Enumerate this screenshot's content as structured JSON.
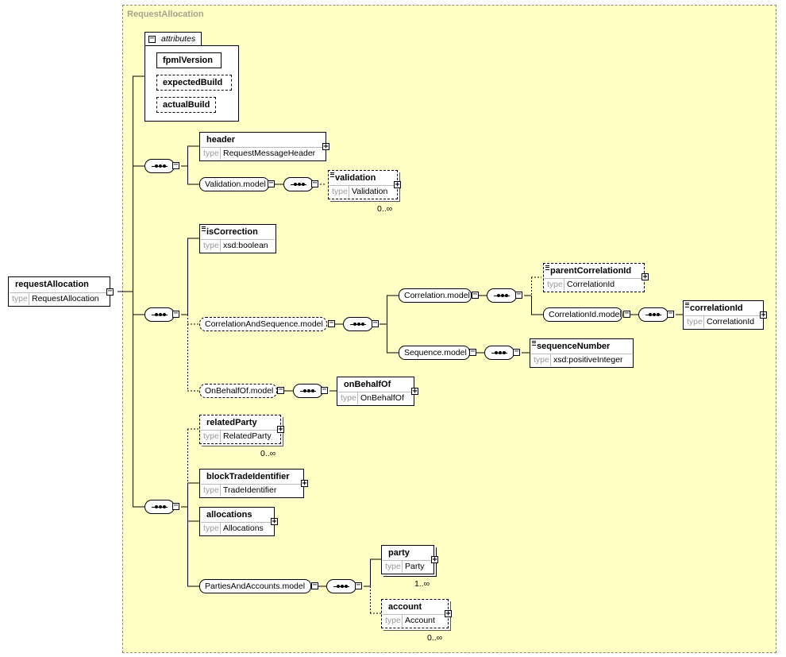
{
  "diagram": {
    "complex_type_title": "RequestAllocation",
    "type_key": "type",
    "attributes": {
      "label": "attributes",
      "items": [
        {
          "name": "fpmlVersion",
          "optional": false
        },
        {
          "name": "expectedBuild",
          "optional": true
        },
        {
          "name": "actualBuild",
          "optional": true
        }
      ]
    },
    "root": {
      "name": "requestAllocation",
      "type": "RequestAllocation"
    },
    "elements": {
      "header": {
        "name": "header",
        "type": "RequestMessageHeader"
      },
      "validation": {
        "name": "validation",
        "type": "Validation",
        "multiplicity": "0..∞"
      },
      "isCorrection": {
        "name": "isCorrection",
        "type": "xsd:boolean"
      },
      "parentCorrelationId": {
        "name": "parentCorrelationId",
        "type": "CorrelationId"
      },
      "correlationId": {
        "name": "correlationId",
        "type": "CorrelationId"
      },
      "sequenceNumber": {
        "name": "sequenceNumber",
        "type": "xsd:positiveInteger"
      },
      "onBehalfOf": {
        "name": "onBehalfOf",
        "type": "OnBehalfOf"
      },
      "relatedParty": {
        "name": "relatedParty",
        "type": "RelatedParty",
        "multiplicity": "0..∞"
      },
      "blockTradeIdentifier": {
        "name": "blockTradeIdentifier",
        "type": "TradeIdentifier"
      },
      "allocations": {
        "name": "allocations",
        "type": "Allocations"
      },
      "party": {
        "name": "party",
        "type": "Party",
        "multiplicity": "1..∞"
      },
      "account": {
        "name": "account",
        "type": "Account",
        "multiplicity": "0..∞"
      }
    },
    "groups": {
      "validation_model": "Validation.model",
      "correlation_and_sequence_model": "CorrelationAndSequence.model",
      "correlation_model": "Correlation.model",
      "correlation_id_model": "CorrelationId.model",
      "sequence_model": "Sequence.model",
      "on_behalf_of_model": "OnBehalfOf.model",
      "parties_and_accounts_model": "PartiesAndAccounts.model"
    }
  }
}
